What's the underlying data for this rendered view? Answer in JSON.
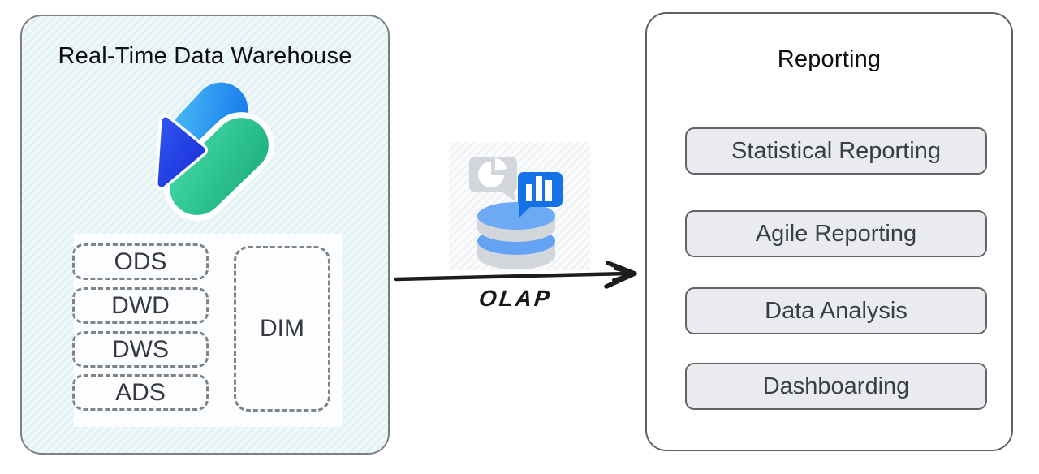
{
  "left_panel": {
    "title": "Real-Time Data Warehouse",
    "logo_icon": "data-warehouse-logo",
    "layers": [
      {
        "label": "ODS"
      },
      {
        "label": "DWD"
      },
      {
        "label": "DWS"
      },
      {
        "label": "ADS"
      }
    ],
    "dim_label": "DIM"
  },
  "connector": {
    "label": "OLAP",
    "icon": "database-analytics-icon",
    "direction": "left-to-right"
  },
  "right_panel": {
    "title": "Reporting",
    "items": [
      {
        "label": "Statistical Reporting"
      },
      {
        "label": "Agile Reporting"
      },
      {
        "label": "Data Analysis"
      },
      {
        "label": "Dashboarding"
      }
    ]
  },
  "colors": {
    "left_panel_bg": "#eff7f8",
    "left_panel_hatch": "#bfe3e8",
    "panel_border": "#5d6165",
    "dashed_border": "#7e8388",
    "box_text": "#35393e",
    "button_bg": "#e9ebee",
    "button_border": "#606468",
    "button_text": "#393e44",
    "logo_light_blue": "#2196f3",
    "logo_dark_blue": "#2240e8",
    "logo_green": "#2cc595",
    "bubble_gray": "#d3d7db",
    "bubble_blue": "#1471e6",
    "cylinder_blue": "#6caaf6",
    "arrow_black": "#1c1c1c"
  }
}
